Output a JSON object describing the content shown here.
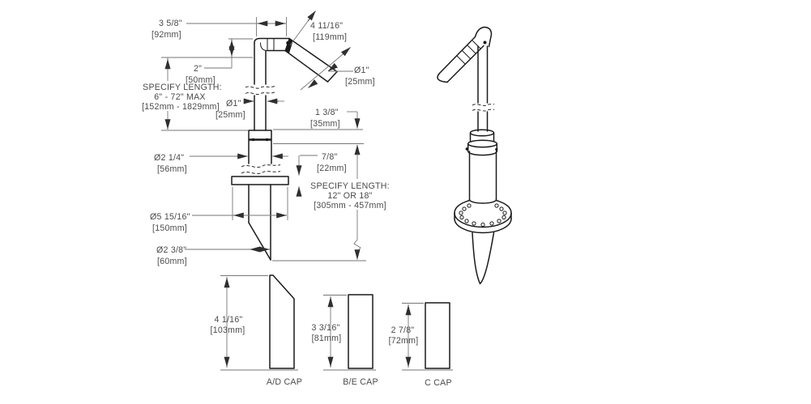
{
  "colors": {
    "background": "#ffffff",
    "outline": "#1a1a1a",
    "dimension_line": "#767676",
    "text": "#4a4a4a"
  },
  "front": {
    "arm_width": {
      "in": "3 5/8\"",
      "mm": "[92mm]"
    },
    "handle_length": {
      "in": "4 11/16\"",
      "mm": "[119mm]"
    },
    "elbow_height": {
      "in": "2\"",
      "mm": "[50mm]"
    },
    "handle_dia": {
      "in": "Ø1\"",
      "mm": "[25mm]"
    },
    "post_note": {
      "l1": "SPECIFY LENGTH:",
      "l2": "6\" - 72\" MAX",
      "l3": "[152mm - 1829mm]"
    },
    "post_dia": {
      "in": "Ø1\"",
      "mm": "[25mm]"
    },
    "reveal": {
      "in": "1 3/8\"",
      "mm": "[35mm]"
    },
    "socket_dia": {
      "in": "Ø2 1/4\"",
      "mm": "[56mm]"
    },
    "flange_thk": {
      "in": "7/8\"",
      "mm": "[22mm]"
    },
    "ground_note": {
      "l1": "SPECIFY LENGTH:",
      "l2": "12\" OR 18\"",
      "l3": "[305mm - 457mm]"
    },
    "flange_dia": {
      "in": "Ø5 15/16\"",
      "mm": "[150mm]"
    },
    "tube_dia": {
      "in": "Ø2 3/8\"",
      "mm": "[60mm]"
    }
  },
  "caps": [
    {
      "label": "A/D CAP",
      "in": "4 1/16\"",
      "mm": "[103mm]"
    },
    {
      "label": "B/E CAP",
      "in": "3 3/16\"",
      "mm": "[81mm]"
    },
    {
      "label": "C CAP",
      "in": "2 7/8\"",
      "mm": "[72mm]"
    }
  ]
}
